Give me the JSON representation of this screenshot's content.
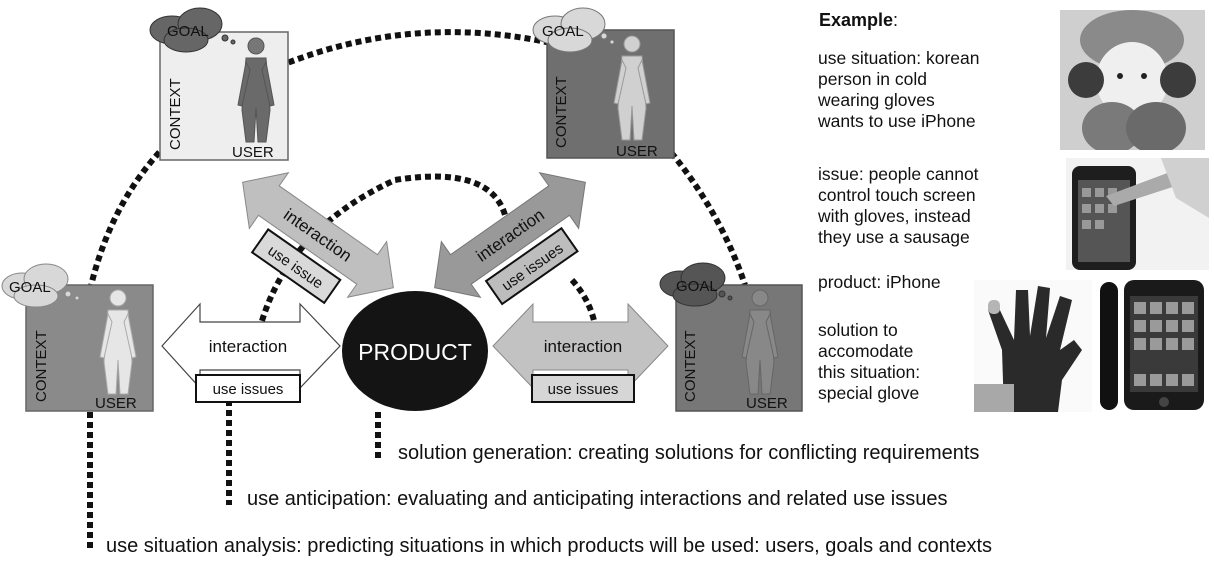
{
  "personas": {
    "goal_label": "GOAL",
    "context_label": "CONTEXT",
    "user_label": "USER"
  },
  "interactions": {
    "left_upper": {
      "label": "interaction",
      "issue": "use issue"
    },
    "right_upper": {
      "label": "interaction",
      "issue": "use issues"
    },
    "left_lower": {
      "label": "interaction",
      "issue": "use issues"
    },
    "right_lower": {
      "label": "interaction",
      "issue": "use issues"
    }
  },
  "product_label": "PRODUCT",
  "levels": {
    "solution_generation": "solution generation: creating solutions for conflicting requirements",
    "use_anticipation": "use anticipation: evaluating and anticipating interactions and related use issues",
    "use_situation_analysis": "use situation analysis: predicting situations in which products will be used: users, goals and contexts"
  },
  "example": {
    "heading": "Example",
    "heading_colon": ":",
    "use_situation": [
      "use situation: korean",
      "person in cold",
      "wearing gloves",
      "wants to use iPhone"
    ],
    "issue": [
      "issue: people cannot",
      "control touch screen",
      "with gloves, instead",
      "they use a sausage"
    ],
    "product": "product: iPhone",
    "solution": [
      "solution to",
      "accomodate",
      "this situation:",
      "special glove"
    ]
  }
}
